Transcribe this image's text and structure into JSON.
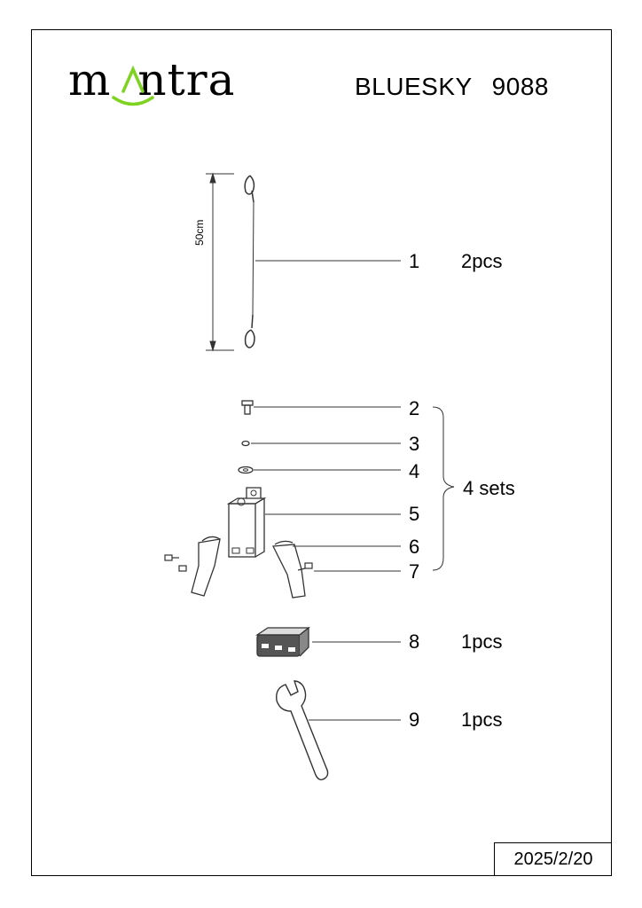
{
  "brand": {
    "name_left": "m",
    "name_right": "ntra",
    "accent_color": "#7ed321"
  },
  "model": {
    "name": "BLUESKY",
    "number": "9088"
  },
  "date": "2025/2/20",
  "dimension_label": "50cm",
  "parts": [
    {
      "no": "1",
      "qty": "2pcs"
    },
    {
      "no": "2"
    },
    {
      "no": "3"
    },
    {
      "no": "4"
    },
    {
      "no": "5"
    },
    {
      "no": "6"
    },
    {
      "no": "7"
    },
    {
      "no": "8",
      "qty": "1pcs"
    },
    {
      "no": "9",
      "qty": "1pcs"
    }
  ],
  "group_qty": "4 sets"
}
